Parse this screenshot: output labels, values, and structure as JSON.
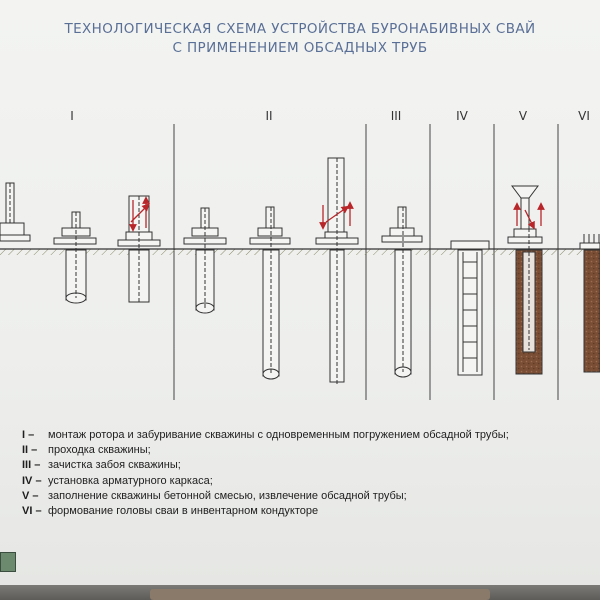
{
  "poster": {
    "title_line1": "ТЕХНОЛОГИЧЕСКАЯ СХЕМА УСТРОЙСТВА БУРОНАБИВНЫХ СВАЙ",
    "title_line2": "С ПРИМЕНЕНИЕМ ОБСАДНЫХ ТРУБ"
  },
  "stages": [
    "I",
    "II",
    "III",
    "IV",
    "V",
    "VI"
  ],
  "legend": [
    {
      "num": "I –",
      "text": "монтаж ротора и забуривание скважины с одновременным погружением обсадной трубы;"
    },
    {
      "num": "II –",
      "text": "проходка скважины;"
    },
    {
      "num": "III –",
      "text": "зачистка забоя скважины;"
    },
    {
      "num": "IV –",
      "text": "установка арматурного каркаса;"
    },
    {
      "num": "V –",
      "text": "заполнение скважины бетонной смесью, извлечение обсадной трубы;"
    },
    {
      "num": "VI –",
      "text": "формование головы сваи в инвентарном кондукторе"
    }
  ],
  "colors": {
    "line": "#333333",
    "arrow": "#b8262a",
    "concrete": "#7a4e34",
    "title": "#5a6f96"
  }
}
